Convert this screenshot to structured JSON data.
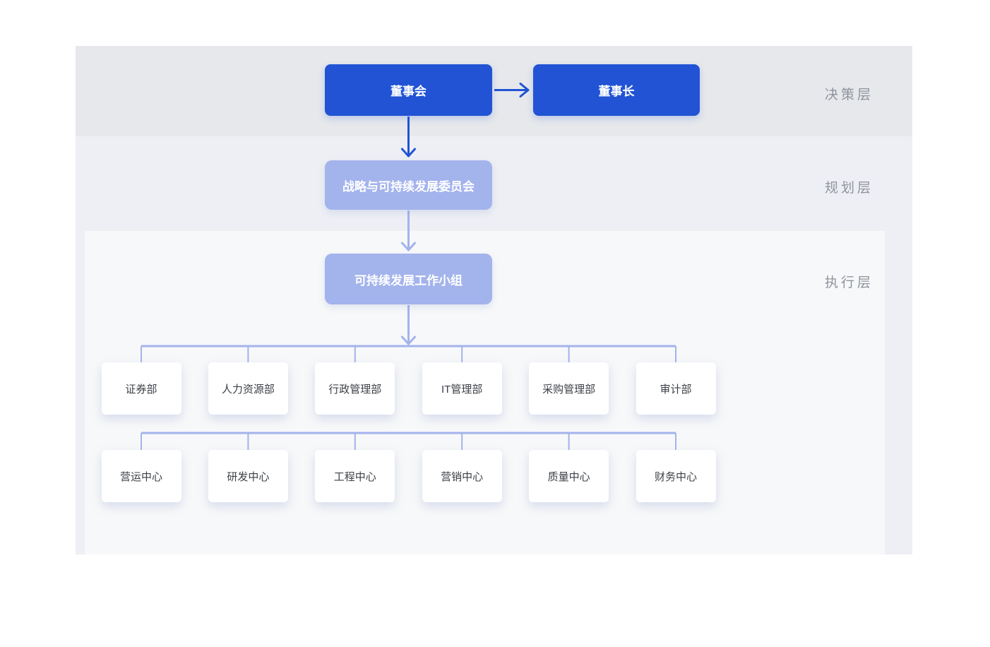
{
  "colors": {
    "primary_blue": "#2153d4",
    "periwinkle": "#a3b3ec",
    "band_decision": "#e6e8eb",
    "band_planning": "#edeff4",
    "band_execution": "#f7f8f9",
    "label_gray": "#8f939c",
    "node_text_dark": "#3c4046"
  },
  "layers": [
    {
      "id": "decision",
      "label": "决策层"
    },
    {
      "id": "planning",
      "label": "规划层"
    },
    {
      "id": "execution",
      "label": "执行层"
    }
  ],
  "nodes": {
    "board": "董事会",
    "chairman": "董事长",
    "committee": "战略与可持续发展委员会",
    "working_group": "可持续发展工作小组"
  },
  "departments": [
    "证券部",
    "人力资源部",
    "行政管理部",
    "IT管理部",
    "采购管理部",
    "审计部"
  ],
  "centers": [
    "营运中心",
    "研发中心",
    "工程中心",
    "营销中心",
    "质量中心",
    "财务中心"
  ]
}
